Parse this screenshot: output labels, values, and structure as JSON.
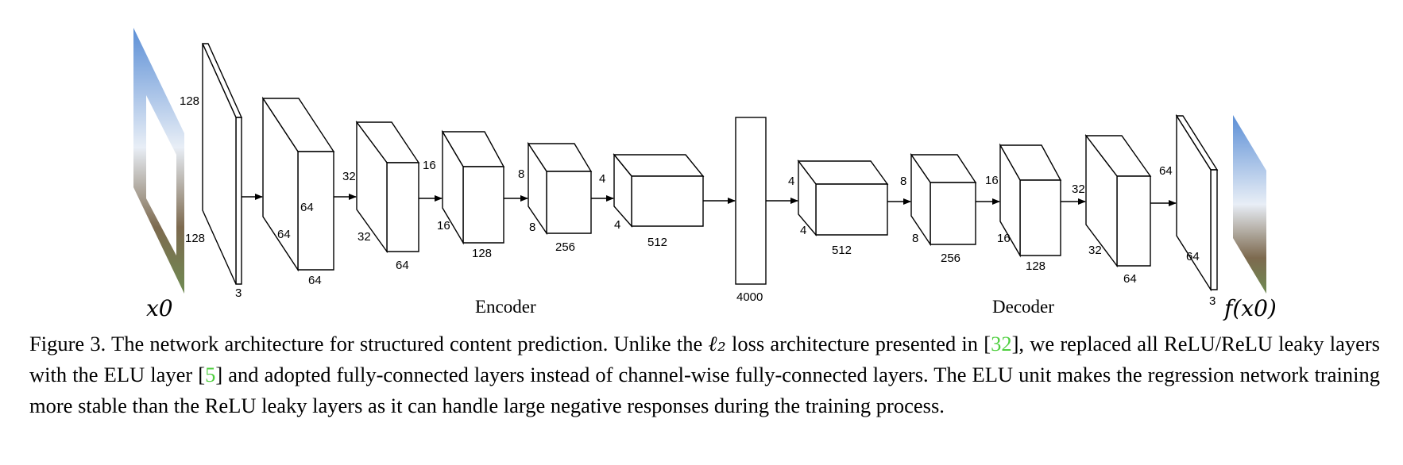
{
  "diagram": {
    "input_label": "x0",
    "output_label": "f(x0)",
    "encoder_label": "Encoder",
    "decoder_label": "Decoder",
    "fc_label": "4000",
    "input_plane": {
      "h": "128",
      "w": "128",
      "d": "3"
    },
    "encoder_blocks": [
      {
        "h": "64",
        "w": "64",
        "d": "64"
      },
      {
        "h": "32",
        "w": "32",
        "d": "64"
      },
      {
        "h": "16",
        "w": "16",
        "d": "128"
      },
      {
        "h": "8",
        "w": "8",
        "d": "256"
      },
      {
        "h": "4",
        "w": "4",
        "d": "512"
      }
    ],
    "decoder_blocks": [
      {
        "h": "4",
        "w": "4",
        "d": "512"
      },
      {
        "h": "8",
        "w": "8",
        "d": "256"
      },
      {
        "h": "16",
        "w": "16",
        "d": "128"
      },
      {
        "h": "32",
        "w": "32",
        "d": "64"
      }
    ],
    "output_plane": {
      "h": "64",
      "w": "64",
      "d": "3"
    },
    "colors": {
      "sky": "#5c8fd6",
      "cloud": "#e8eef6",
      "ground": "#7d6a4f",
      "grass": "#6f8a52"
    }
  },
  "caption": {
    "part1": "Figure 3. The network architecture for structured content prediction. Unlike the ",
    "math": "ℓ₂",
    "part2": " loss architecture presented in [",
    "cite1": "32",
    "part3": "], we replaced all ReLU/ReLU leaky layers with the ELU layer [",
    "cite2": "5",
    "part4": "] and adopted fully-connected layers instead of channel-wise fully-connected layers. The ELU unit makes the regression network training more stable than the ReLU leaky layers as it can handle large negative responses during the training process."
  }
}
